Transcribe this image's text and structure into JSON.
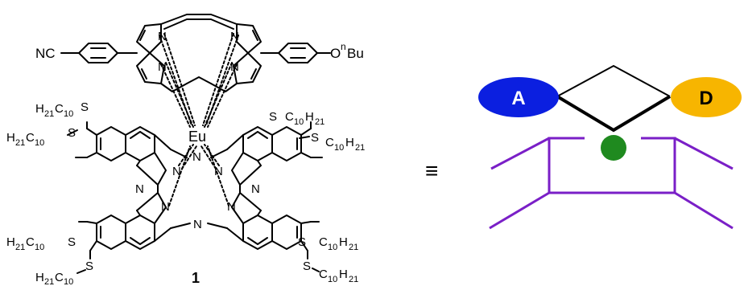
{
  "molecule": {
    "compound_number": "1",
    "metal": "Eu",
    "substituent_left": "NC",
    "substituent_right_o": "O",
    "substituent_right_sup": "n",
    "substituent_right_tail": "Bu",
    "atom_n": "N",
    "atom_s": "S",
    "chain_left_a": "H",
    "chain_left_a_sub": "21",
    "chain_left_b": "C",
    "chain_left_b_sub": "10",
    "chain_right_c": "C",
    "chain_right_c_sub": "10",
    "chain_right_h": "H",
    "chain_right_h_sub": "21"
  },
  "equivalence_symbol": "≡",
  "schematic": {
    "acceptor_label": "A",
    "donor_label": "D",
    "colors": {
      "acceptor": "#0b1fe0",
      "donor": "#f7b500",
      "metal": "#1f8a1f",
      "phthalocyanine": "#7a1fc7",
      "porphyrin": "#000000"
    }
  }
}
